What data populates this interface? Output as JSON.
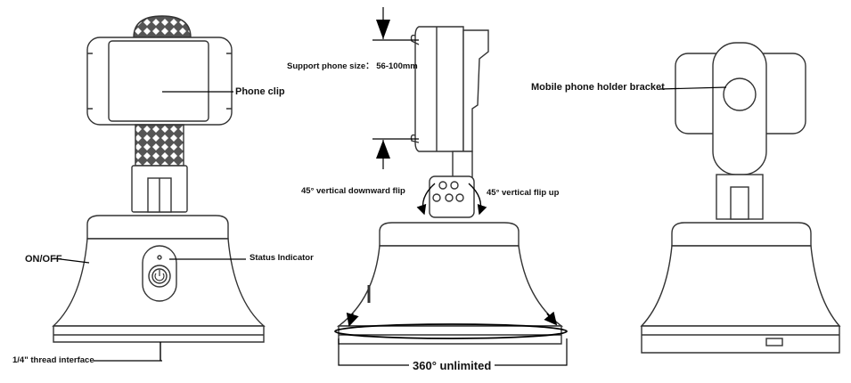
{
  "labels": {
    "phone_clip": "Phone clip",
    "on_off": "ON/OFF",
    "status_indicator": "Status Indicator",
    "thread_interface": "1/4\" thread interface",
    "support_size": "Support phone size： 56-100mm",
    "flip_down": "45° vertical downward flip",
    "flip_up": "45° vertical flip up",
    "rotation": "360° unlimited",
    "holder_bracket": "Mobile phone holder bracket"
  },
  "icons": [
    "power-icon",
    "up-arrow-icon",
    "down-arrow-icon",
    "rotate-arrow-icon"
  ]
}
